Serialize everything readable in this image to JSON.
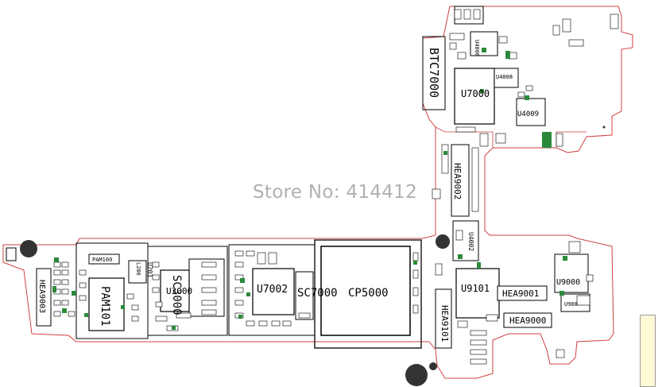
{
  "watermark": "Store No: 414412",
  "labels": {
    "btc7000": "BTC7000",
    "u7000": "U7000",
    "u4009": "U4009",
    "u4008": "U4008",
    "u4006": "U4006",
    "hea9002": "HEA9002",
    "u4002": "U4002",
    "u9101": "U9101",
    "hea9001": "HEA9001",
    "u9000": "U9000",
    "hea9000": "HEA9000",
    "hea9101": "HEA9101",
    "hea9003": "HEA9003",
    "pam100": "PAM100",
    "pam101": "PAM101",
    "u3000": "U3000",
    "sc3000": "SC3000",
    "u201": "U201",
    "l206": "L206",
    "u7002": "U7002",
    "sc7000": "SC7000",
    "cp5000": "CP5000",
    "u908": "U908"
  },
  "colors": {
    "outline": "#d04040",
    "component": "#000000",
    "pad_green": "#2a8a3a",
    "silk": "#ffffff",
    "mount_hole": "#333333"
  }
}
